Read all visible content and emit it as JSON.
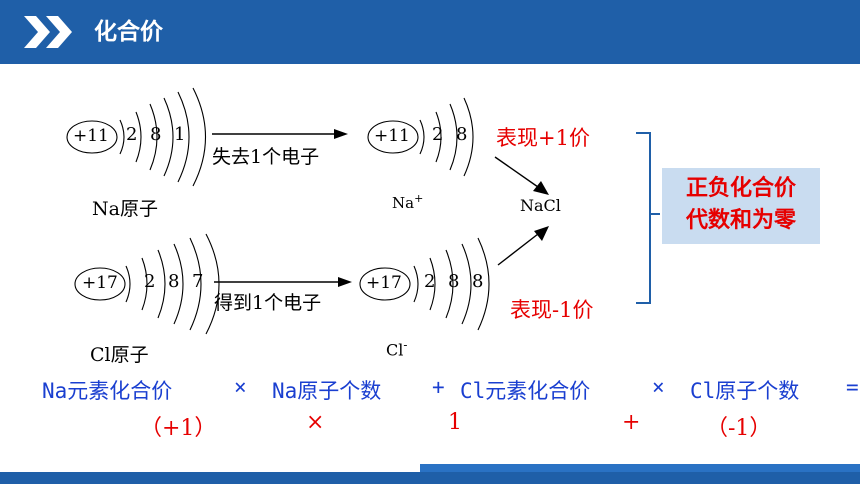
{
  "header": {
    "title": "化合价",
    "icon": "double-chevron-right-icon"
  },
  "colors": {
    "brand": "#1f5fa8",
    "accent_red": "#e60000",
    "formula_blue": "#1a3fd0",
    "box_fill": "#c9dcf0"
  },
  "sodium": {
    "nucleus": "+11",
    "shells": [
      "2",
      "8",
      "1"
    ],
    "atom_label": "Na原子",
    "arrow_label": "失去1个电子",
    "ion_nucleus": "+11",
    "ion_shells": [
      "2",
      "8"
    ],
    "ion_symbol": "Na",
    "ion_charge": "+"
  },
  "chlorine": {
    "nucleus": "+17",
    "shells": [
      "2",
      "8",
      "7"
    ],
    "atom_label": "Cl原子",
    "arrow_label": "得到1个电子",
    "ion_nucleus": "+17",
    "ion_shells": [
      "2",
      "8",
      "8"
    ],
    "ion_symbol": "Cl",
    "ion_charge": "-"
  },
  "compound": "NaCl",
  "valence_positive": "表现+1价",
  "valence_negative": "表现-1价",
  "summary": {
    "line1": "正负化合价",
    "line2": "代数和为零"
  },
  "equation": {
    "term1": "Na元素化合价",
    "times1": "×",
    "term2": "Na原子个数",
    "plus": "+",
    "term3": "Cl元素化合价",
    "times2": "×",
    "term4": "Cl原子个数",
    "equals": "="
  },
  "values": {
    "v1": "（+1）",
    "times1": "×",
    "v2": "1",
    "plus": "+",
    "v3": "（-1）"
  }
}
